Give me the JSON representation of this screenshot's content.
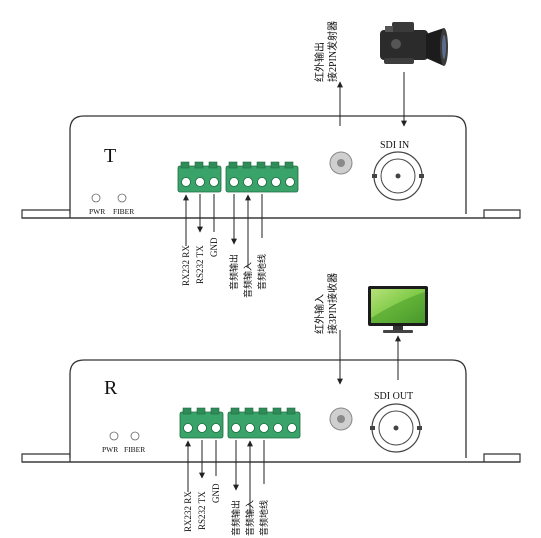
{
  "devices": [
    {
      "id": "transmitter",
      "letter": "T",
      "led_labels": [
        "PWR",
        "FIBER"
      ],
      "sdi_label": "SDI IN",
      "ir_note_lines": [
        "红外输出",
        "接2PIN发射器"
      ],
      "rs232_labels": [
        "RX232 RX",
        "RS232 TX",
        "GND"
      ],
      "audio_labels": [
        "音频输出",
        "音频输入",
        "音频地线"
      ],
      "peripheral": "video-camera-icon"
    },
    {
      "id": "receiver",
      "letter": "R",
      "led_labels": [
        "PWR",
        "FIBER"
      ],
      "sdi_label": "SDI OUT",
      "ir_note_lines": [
        "红外输入",
        "接3PIN接收器"
      ],
      "rs232_labels": [
        "RX232 RX",
        "RS232 TX",
        "GND"
      ],
      "audio_labels": [
        "音频输出",
        "音频输入",
        "音频地线"
      ],
      "peripheral": "monitor-icon"
    }
  ],
  "colors": {
    "terminal_green": "#3aa36a",
    "monitor_screen": "#7ac943"
  }
}
